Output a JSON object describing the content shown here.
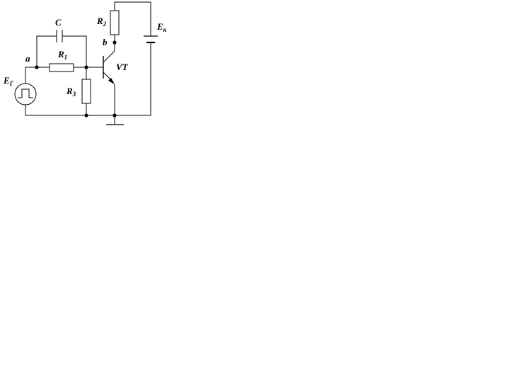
{
  "labels": {
    "capacitor": "C",
    "r1": {
      "base": "R",
      "sub": "1"
    },
    "r2": {
      "base": "R",
      "sub": "2"
    },
    "r3": {
      "base": "R",
      "sub": "3"
    },
    "source": {
      "base": "E",
      "sub": "Г"
    },
    "supply": {
      "base": "E",
      "sub": "к"
    },
    "node_a": "a",
    "node_b": "b",
    "transistor": "VT"
  }
}
